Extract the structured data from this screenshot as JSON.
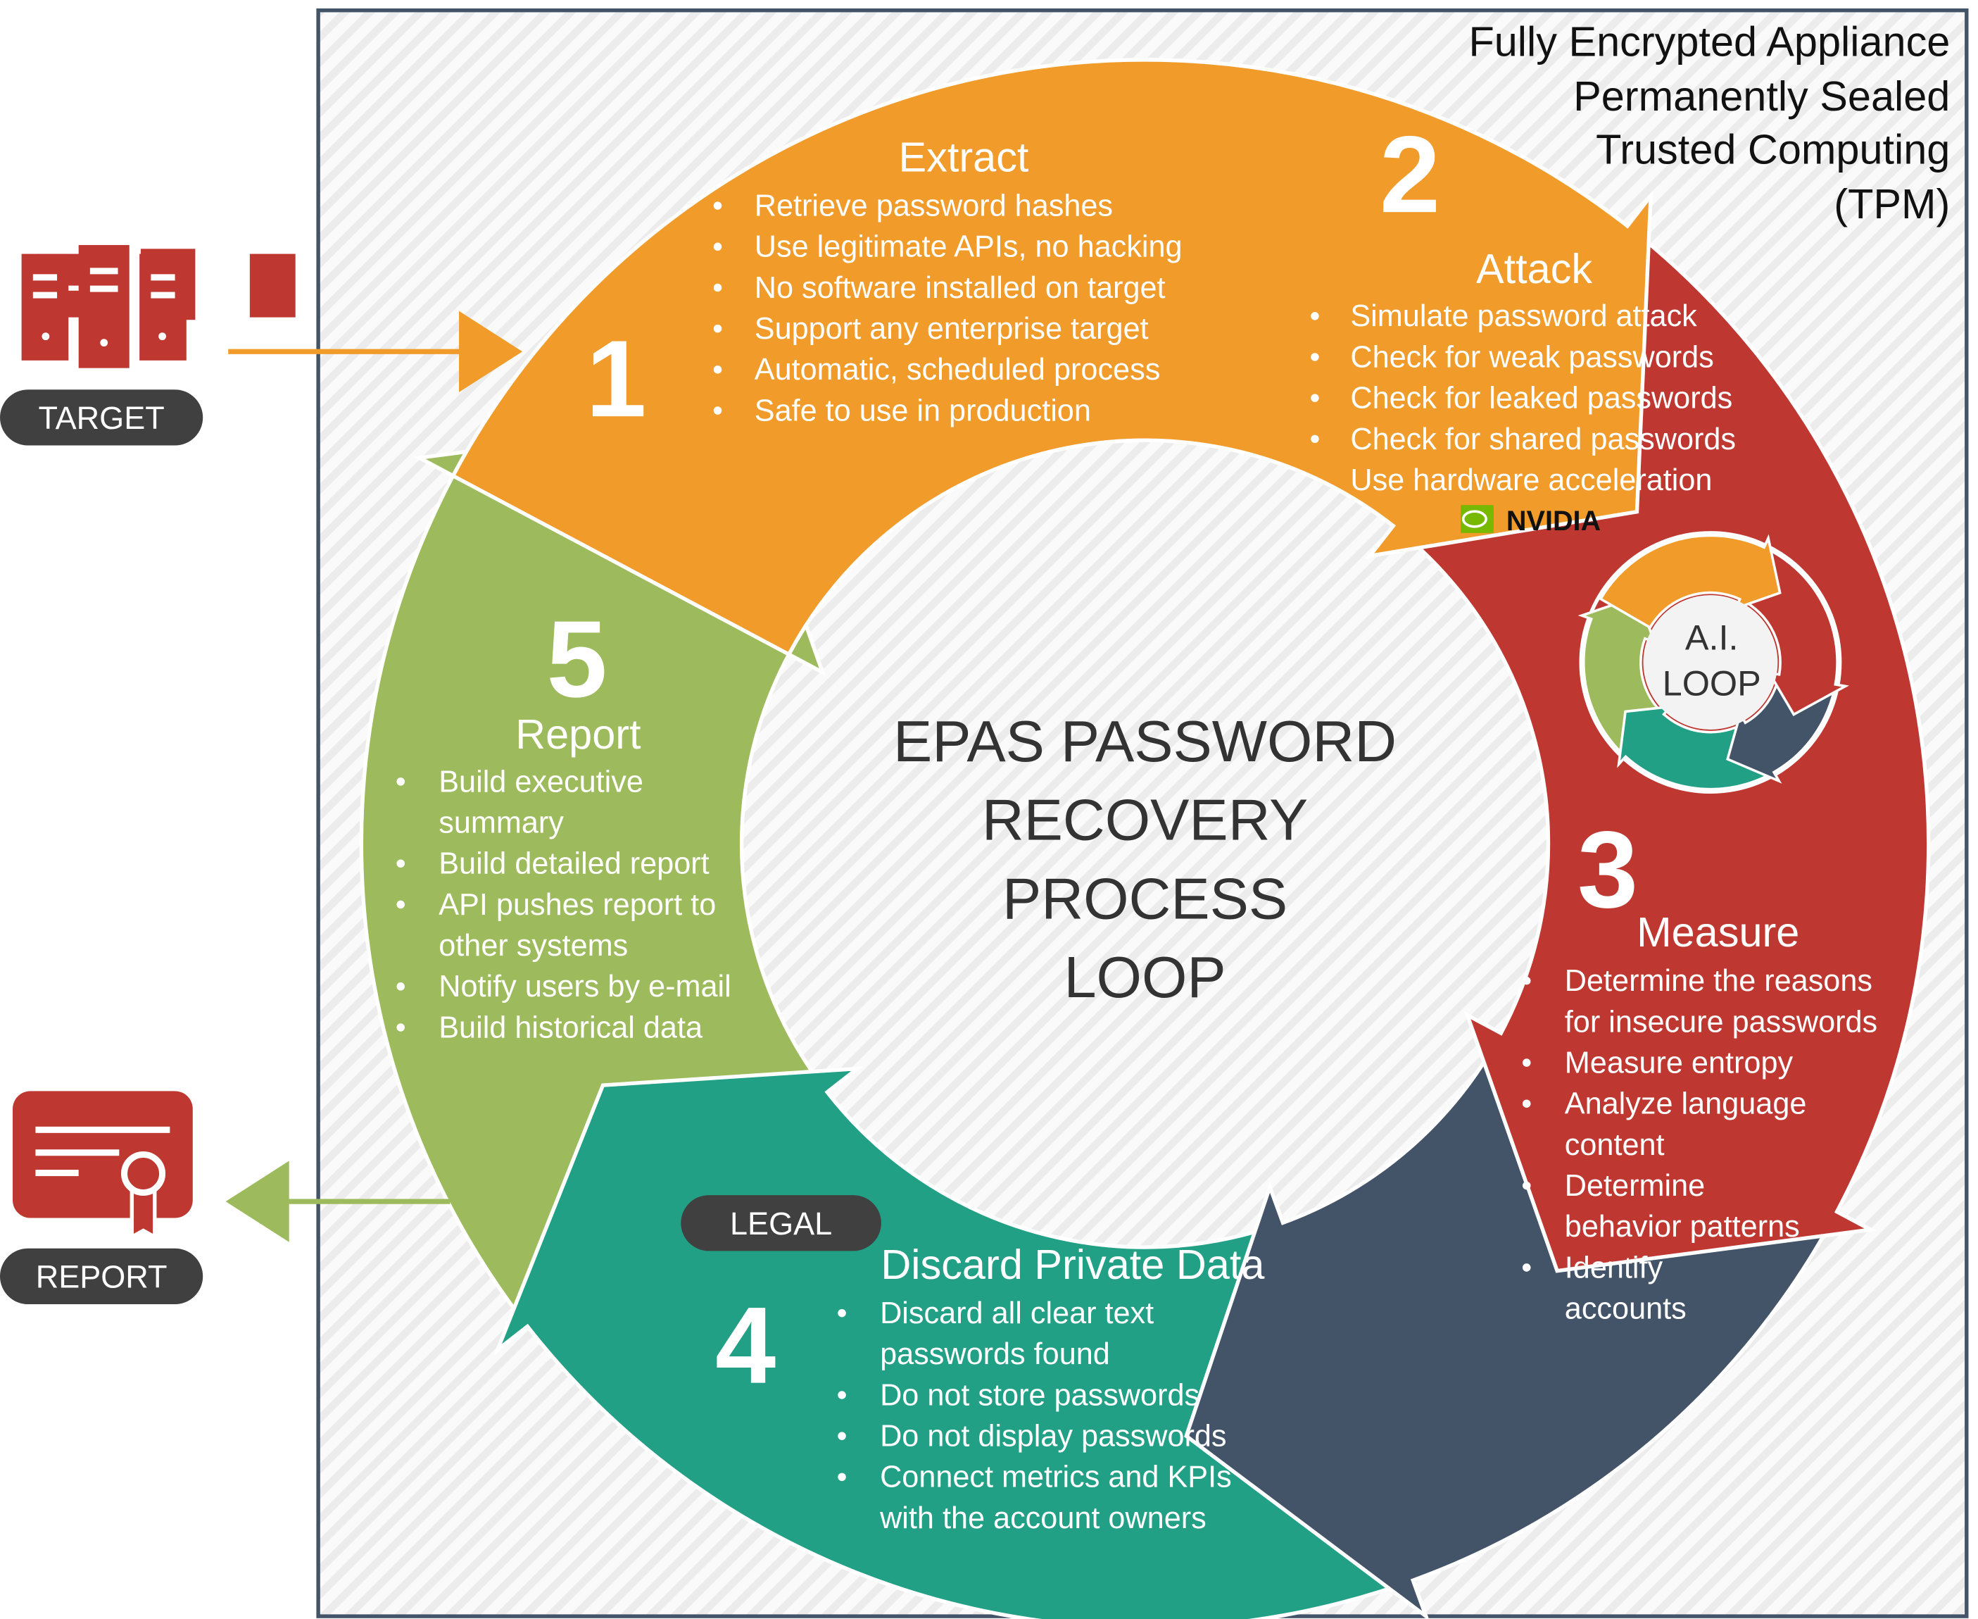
{
  "frame_notes": [
    "Fully Encrypted Appliance",
    "Permanently Sealed",
    "Trusted Computing",
    "(TPM)"
  ],
  "center_title": [
    "EPAS PASSWORD",
    "RECOVERY",
    "PROCESS",
    "LOOP"
  ],
  "colors": {
    "extract": "#F09B2A",
    "attack": "#BE3831",
    "measure": "#435469",
    "discard": "#21A085",
    "report": "#9DBB5C",
    "pill": "#404040"
  },
  "target": {
    "label": "TARGET",
    "icon": "server-rack-icon"
  },
  "report_output": {
    "label": "REPORT",
    "icon": "certificate-icon"
  },
  "legal_badge": "LEGAL",
  "nvidia_logo": "NVIDIA",
  "ai_loop": [
    "A.I.",
    "LOOP"
  ],
  "steps": {
    "extract": {
      "number": "1",
      "title": "Extract",
      "items": [
        {
          "lines": [
            "Retrieve password hashes"
          ]
        },
        {
          "lines": [
            "Use legitimate APIs, no hacking"
          ]
        },
        {
          "lines": [
            "No software installed on target"
          ]
        },
        {
          "lines": [
            "Support any enterprise target"
          ]
        },
        {
          "lines": [
            "Automatic, scheduled process"
          ]
        },
        {
          "lines": [
            "Safe to use in production"
          ]
        }
      ]
    },
    "attack": {
      "number": "2",
      "title": "Attack",
      "items": [
        {
          "lines": [
            "Simulate password attack"
          ]
        },
        {
          "lines": [
            "Check for weak passwords"
          ]
        },
        {
          "lines": [
            "Check for leaked passwords"
          ]
        },
        {
          "lines": [
            "Check for shared passwords"
          ]
        },
        {
          "lines": [
            "Use hardware acceleration"
          ],
          "no_bullet": true
        }
      ]
    },
    "measure": {
      "number": "3",
      "title": "Measure",
      "items": [
        {
          "lines": [
            "Determine the reasons",
            "for insecure passwords"
          ]
        },
        {
          "lines": [
            "Measure entropy"
          ]
        },
        {
          "lines": [
            "Analyze language",
            "content"
          ]
        },
        {
          "lines": [
            "Determine",
            "behavior patterns"
          ]
        },
        {
          "lines": [
            "Identify",
            "accounts"
          ]
        }
      ]
    },
    "discard": {
      "number": "4",
      "title": "Discard Private Data",
      "items": [
        {
          "lines": [
            "Discard all clear text",
            "passwords found"
          ]
        },
        {
          "lines": [
            "Do not store passwords"
          ]
        },
        {
          "lines": [
            "Do not display passwords"
          ]
        },
        {
          "lines": [
            "Connect metrics and KPIs",
            "with the account owners"
          ]
        }
      ]
    },
    "report": {
      "number": "5",
      "title": "Report",
      "items": [
        {
          "lines": [
            "Build executive",
            "summary"
          ]
        },
        {
          "lines": [
            "Build detailed report"
          ]
        },
        {
          "lines": [
            "API pushes report to",
            "other systems"
          ]
        },
        {
          "lines": [
            "Notify users by e-mail"
          ]
        },
        {
          "lines": [
            "Build historical data"
          ]
        }
      ]
    }
  }
}
